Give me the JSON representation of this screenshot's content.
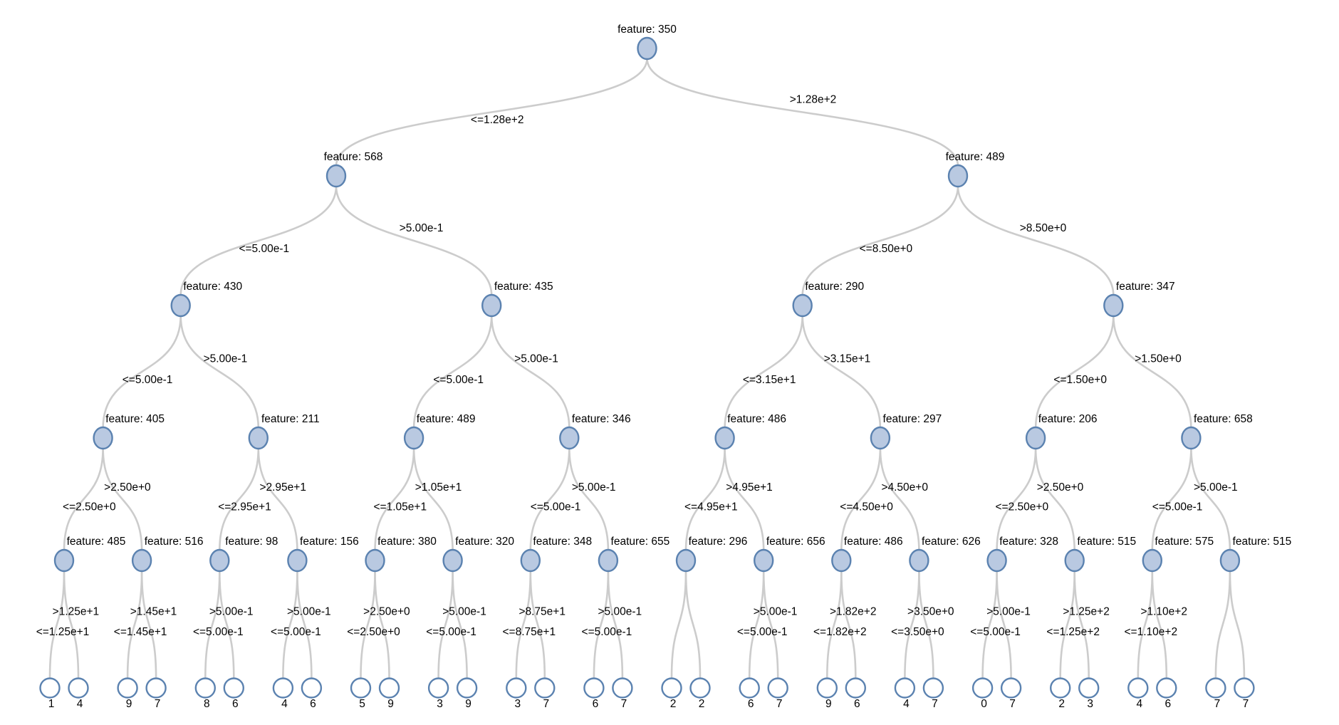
{
  "diagram": {
    "type": "decision-tree",
    "colors": {
      "background": "#ffffff",
      "edge": "#cccccc",
      "node_fill": "#b9c9e1",
      "node_stroke": "#5b82b0",
      "leaf_fill": "#ffffff",
      "leaf_stroke": "#5b82b0",
      "text": "#000000"
    },
    "tree": {
      "label": "feature: 350",
      "edge_labels": {
        "left": "<=1.28e+2",
        "right": ">1.28e+2"
      },
      "children": [
        {
          "label": "feature: 568",
          "edge_labels": {
            "left": "<=5.00e-1",
            "right": ">5.00e-1"
          },
          "children": [
            {
              "label": "feature: 430",
              "edge_labels": {
                "left": "<=5.00e-1",
                "right": ">5.00e-1"
              },
              "children": [
                {
                  "label": "feature: 405",
                  "edge_labels": {
                    "left": "<=2.50e+0",
                    "right": ">2.50e+0"
                  },
                  "children": [
                    {
                      "label": "feature: 485",
                      "edge_labels": {
                        "left": "<=1.25e+1",
                        "right": ">1.25e+1"
                      },
                      "leaves": [
                        "1",
                        "4"
                      ]
                    },
                    {
                      "label": "feature: 516",
                      "edge_labels": {
                        "left": "<=1.45e+1",
                        "right": ">1.45e+1"
                      },
                      "leaves": [
                        "9",
                        "7"
                      ]
                    }
                  ]
                },
                {
                  "label": "feature: 211",
                  "edge_labels": {
                    "left": "<=2.95e+1",
                    "right": ">2.95e+1"
                  },
                  "children": [
                    {
                      "label": "feature: 98",
                      "edge_labels": {
                        "left": "<=5.00e-1",
                        "right": ">5.00e-1"
                      },
                      "leaves": [
                        "8",
                        "6"
                      ]
                    },
                    {
                      "label": "feature: 156",
                      "edge_labels": {
                        "left": "<=5.00e-1",
                        "right": ">5.00e-1"
                      },
                      "leaves": [
                        "4",
                        "6"
                      ]
                    }
                  ]
                }
              ]
            },
            {
              "label": "feature: 435",
              "edge_labels": {
                "left": "<=5.00e-1",
                "right": ">5.00e-1"
              },
              "children": [
                {
                  "label": "feature: 489",
                  "edge_labels": {
                    "left": "<=1.05e+1",
                    "right": ">1.05e+1"
                  },
                  "children": [
                    {
                      "label": "feature: 380",
                      "edge_labels": {
                        "left": "<=2.50e+0",
                        "right": ">2.50e+0"
                      },
                      "leaves": [
                        "5",
                        "9"
                      ]
                    },
                    {
                      "label": "feature: 320",
                      "edge_labels": {
                        "left": "<=5.00e-1",
                        "right": ">5.00e-1"
                      },
                      "leaves": [
                        "3",
                        "9"
                      ]
                    }
                  ]
                },
                {
                  "label": "feature: 346",
                  "edge_labels": {
                    "left": "<=5.00e-1",
                    "right": ">5.00e-1"
                  },
                  "children": [
                    {
                      "label": "feature: 348",
                      "edge_labels": {
                        "left": "<=8.75e+1",
                        "right": ">8.75e+1"
                      },
                      "leaves": [
                        "3",
                        "7"
                      ]
                    },
                    {
                      "label": "feature: 655",
                      "edge_labels": {
                        "left": "<=5.00e-1",
                        "right": ">5.00e-1"
                      },
                      "leaves": [
                        "6",
                        "7"
                      ]
                    }
                  ]
                }
              ]
            }
          ]
        },
        {
          "label": "feature: 489",
          "edge_labels": {
            "left": "<=8.50e+0",
            "right": ">8.50e+0"
          },
          "children": [
            {
              "label": "feature: 290",
              "edge_labels": {
                "left": "<=3.15e+1",
                "right": ">3.15e+1"
              },
              "children": [
                {
                  "label": "feature: 486",
                  "edge_labels": {
                    "left": "<=4.95e+1",
                    "right": ">4.95e+1"
                  },
                  "children": [
                    {
                      "label": "feature: 296",
                      "edge_labels": null,
                      "leaves": [
                        "2",
                        "2"
                      ]
                    },
                    {
                      "label": "feature: 656",
                      "edge_labels": {
                        "left": "<=5.00e-1",
                        "right": ">5.00e-1"
                      },
                      "leaves": [
                        "6",
                        "7"
                      ]
                    }
                  ]
                },
                {
                  "label": "feature: 297",
                  "edge_labels": {
                    "left": "<=4.50e+0",
                    "right": ">4.50e+0"
                  },
                  "children": [
                    {
                      "label": "feature: 486",
                      "edge_labels": {
                        "left": "<=1.82e+2",
                        "right": ">1.82e+2"
                      },
                      "leaves": [
                        "9",
                        "6"
                      ]
                    },
                    {
                      "label": "feature: 626",
                      "edge_labels": {
                        "left": "<=3.50e+0",
                        "right": ">3.50e+0"
                      },
                      "leaves": [
                        "4",
                        "7"
                      ]
                    }
                  ]
                }
              ]
            },
            {
              "label": "feature: 347",
              "edge_labels": {
                "left": "<=1.50e+0",
                "right": ">1.50e+0"
              },
              "children": [
                {
                  "label": "feature: 206",
                  "edge_labels": {
                    "left": "<=2.50e+0",
                    "right": ">2.50e+0"
                  },
                  "children": [
                    {
                      "label": "feature: 328",
                      "edge_labels": {
                        "left": "<=5.00e-1",
                        "right": ">5.00e-1"
                      },
                      "leaves": [
                        "0",
                        "7"
                      ]
                    },
                    {
                      "label": "feature: 515",
                      "edge_labels": {
                        "left": "<=1.25e+2",
                        "right": ">1.25e+2"
                      },
                      "leaves": [
                        "2",
                        "3"
                      ]
                    }
                  ]
                },
                {
                  "label": "feature: 658",
                  "edge_labels": {
                    "left": "<=5.00e-1",
                    "right": ">5.00e-1"
                  },
                  "children": [
                    {
                      "label": "feature: 575",
                      "edge_labels": {
                        "left": "<=1.10e+2",
                        "right": ">1.10e+2"
                      },
                      "leaves": [
                        "4",
                        "6"
                      ]
                    },
                    {
                      "label": "feature: 515",
                      "edge_labels": null,
                      "leaves": [
                        "7",
                        "7"
                      ]
                    }
                  ]
                }
              ]
            }
          ]
        }
      ]
    }
  }
}
